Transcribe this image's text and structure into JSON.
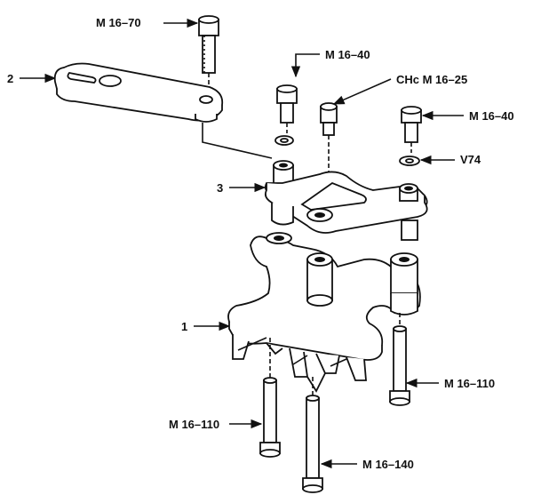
{
  "labels": {
    "bolt_top": "M 16–70",
    "part2": "2",
    "bolt_mid_left": "M 16–40",
    "chc": "CHc M 16–25",
    "bolt_right": "M 16–40",
    "washer": "V74",
    "part3": "3",
    "part1": "1",
    "bolt_right_bottom": "M 16–110",
    "bolt_left_bottom": "M 16–110",
    "bolt_bottom": "M 16–140"
  }
}
